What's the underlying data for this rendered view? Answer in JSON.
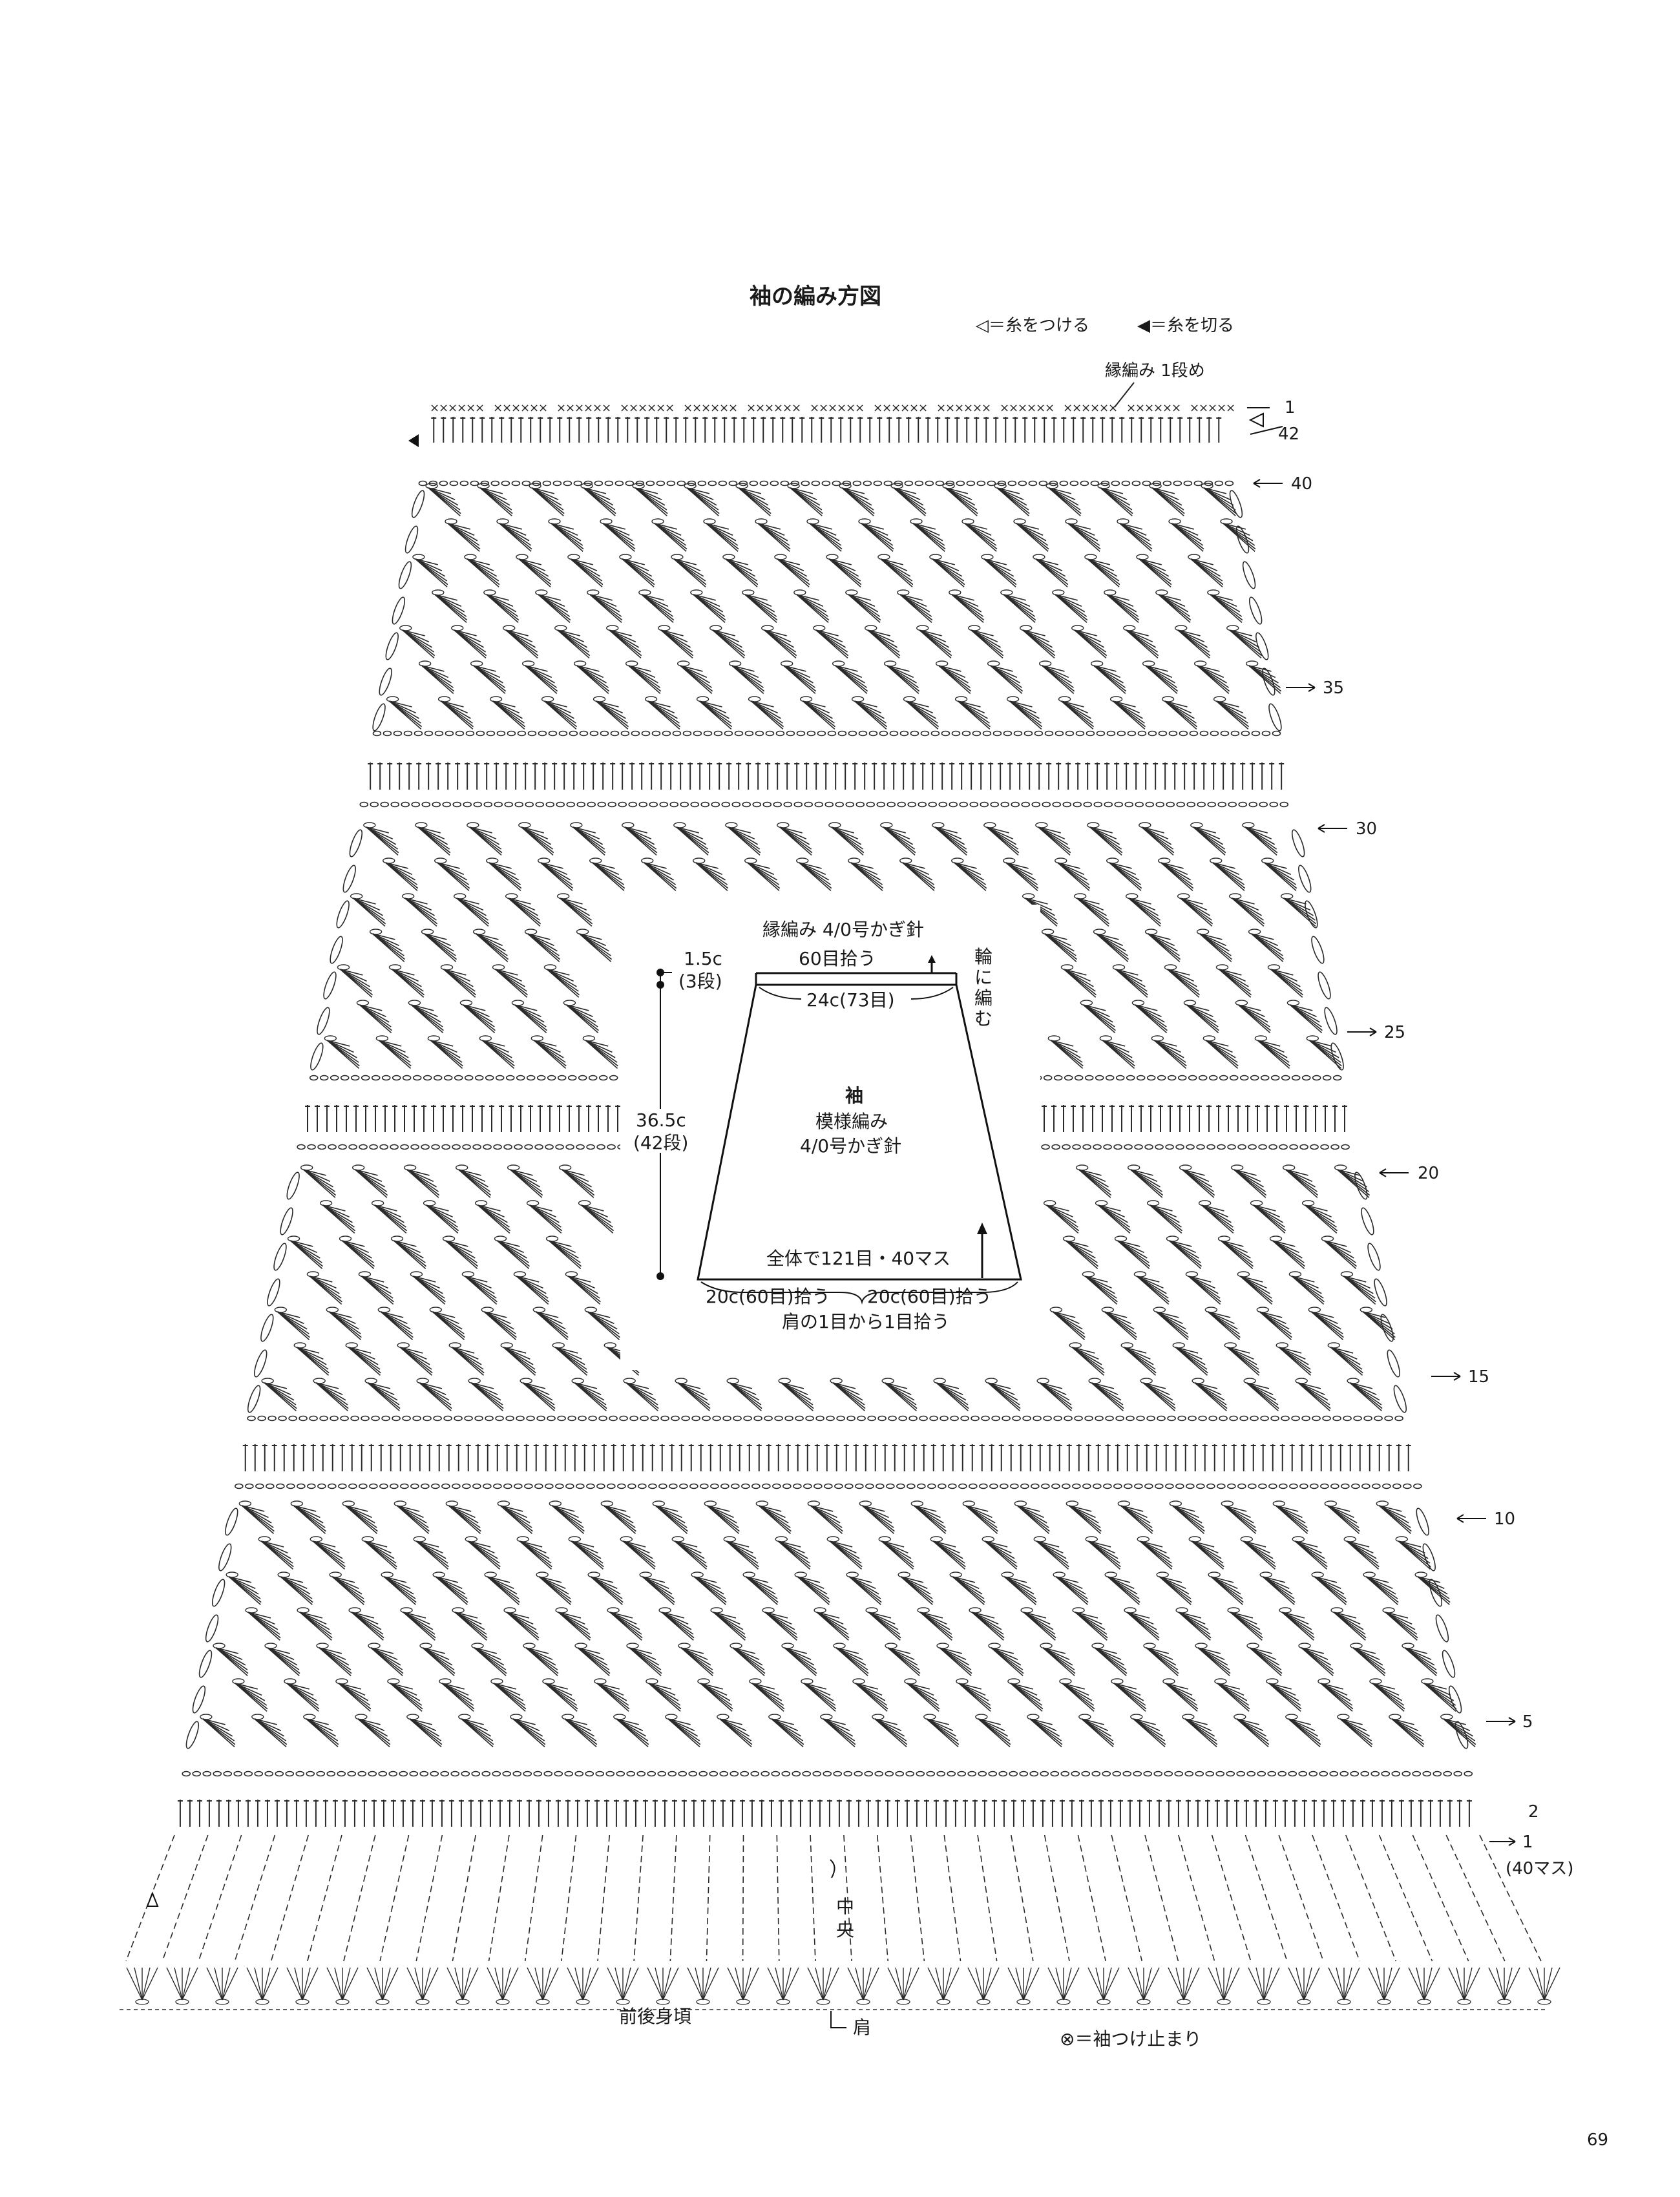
{
  "title": "袖の編み方図",
  "legend": {
    "attach": "◁＝糸をつける",
    "cut": "◀＝糸を切る"
  },
  "edge_label": "縁編み 1段め",
  "row_numbers": {
    "top_1": "1",
    "r42": "42",
    "r40": "40",
    "r35": "35",
    "r30": "30",
    "r25": "25",
    "r20": "20",
    "r15": "15",
    "r10": "10",
    "r5": "5",
    "r2": "2",
    "bottom_1": "1",
    "bottom_count": "(40マス)"
  },
  "schematic": {
    "edge_title": "縁編み 4/0号かぎ針",
    "pickup_top": "60目拾う",
    "rounds_vertical": [
      "輪",
      "に",
      "編",
      "む"
    ],
    "edge_height": "1.5c",
    "edge_rows": "(3段)",
    "top_width": "24c(73目)",
    "body_height": "36.5c",
    "body_rows": "(42段)",
    "piece_name": "袖",
    "pattern": "模様編み",
    "hook": "4/0号かぎ針",
    "total": "全体で121目・40マス",
    "pickup_left": "20c(60目)拾う",
    "pickup_right": "20c(60目)拾う",
    "pickup_note": "肩の1目から1目拾う"
  },
  "bottom_labels": {
    "center": [
      "中",
      "央"
    ],
    "body": "前後身頃",
    "shoulder": "肩",
    "stop": "⊗＝袖つけ止まり"
  },
  "page_number": "69"
}
